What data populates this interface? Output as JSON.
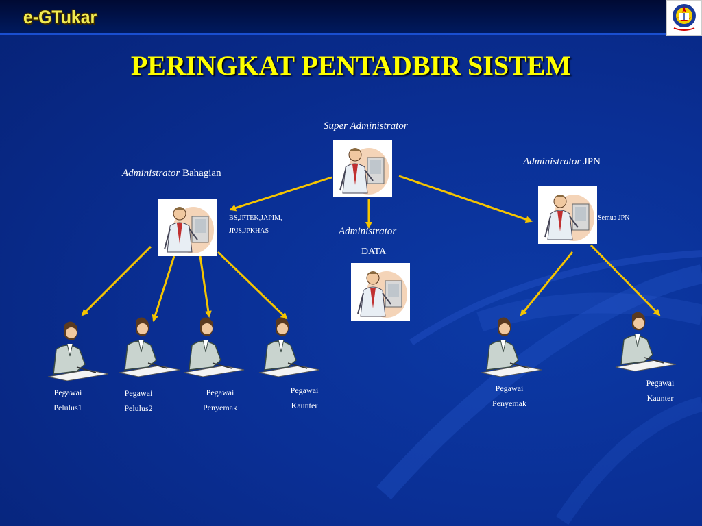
{
  "header": {
    "brand": "e-GTukar",
    "crest_icon": "malaysia-crest-icon"
  },
  "title": "PERINGKAT PENTADBIR SISTEM",
  "colors": {
    "background": "#0a2f95",
    "title": "#ffff00",
    "brand": "#f2ec52",
    "arrow": "#f5c400"
  },
  "nodes": {
    "super_admin": {
      "italic": "Super Administrator",
      "plain": ""
    },
    "admin_bahagian": {
      "italic": "Administrator",
      "plain": "Bahagian",
      "note_line1": "BS,JPTEK,JAPIM,",
      "note_line2": "JPJS,JPKHAS"
    },
    "admin_data": {
      "italic": "Administrator",
      "plain": "DATA"
    },
    "admin_jpn": {
      "italic": "Administrator",
      "plain": "JPN",
      "note": "Semua JPN"
    }
  },
  "staff": [
    {
      "line1": "Pegawai",
      "line2": "Pelulus1"
    },
    {
      "line1": "Pegawai",
      "line2": "Pelulus2"
    },
    {
      "line1": "Pegawai",
      "line2": "Penyemak"
    },
    {
      "line1": "Pegawai",
      "line2": "Kaunter"
    },
    {
      "line1": "Pegawai",
      "line2": "Penyemak"
    },
    {
      "line1": "Pegawai",
      "line2": "Kaunter"
    }
  ]
}
